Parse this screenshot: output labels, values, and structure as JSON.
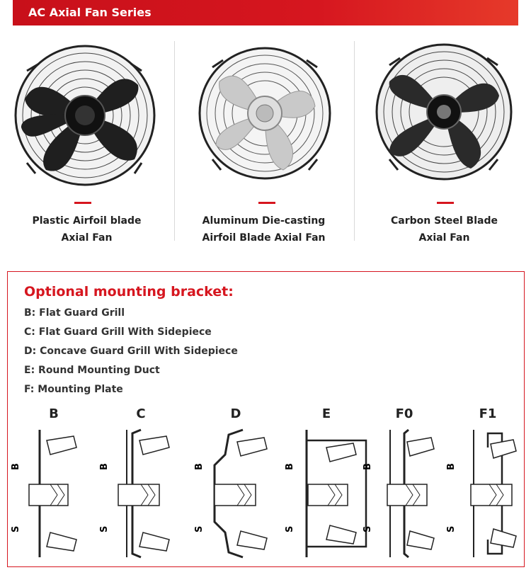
{
  "banner": {
    "title": "AC Axial Fan Series"
  },
  "fans": [
    {
      "caption_line1": "Plastic Airfoil blade",
      "caption_line2": "Axial Fan"
    },
    {
      "caption_line1": "Aluminum Die-casting",
      "caption_line2": "Airfoil Blade Axial Fan"
    },
    {
      "caption_line1": "Carbon Steel Blade",
      "caption_line2": "Axial Fan"
    }
  ],
  "brackets": {
    "title": "Optional mounting bracket:",
    "items": [
      "B: Flat Guard Grill",
      "C: Flat Guard Grill With Sidepiece",
      "D: Concave Guard Grill With Sidepiece",
      "E: Round Mounting Duct",
      "F: Mounting Plate"
    ],
    "diagrams": [
      {
        "label": "B"
      },
      {
        "label": "C"
      },
      {
        "label": "D"
      },
      {
        "label": "E"
      },
      {
        "label": "F0"
      },
      {
        "label": "F1"
      }
    ],
    "dim_b": "B",
    "dim_s": "S"
  },
  "colors": {
    "accent": "#d6161f",
    "banner": "#d6161f",
    "blade_dark": "#1f1f1f",
    "blade_silver": "#c9c9c9"
  }
}
